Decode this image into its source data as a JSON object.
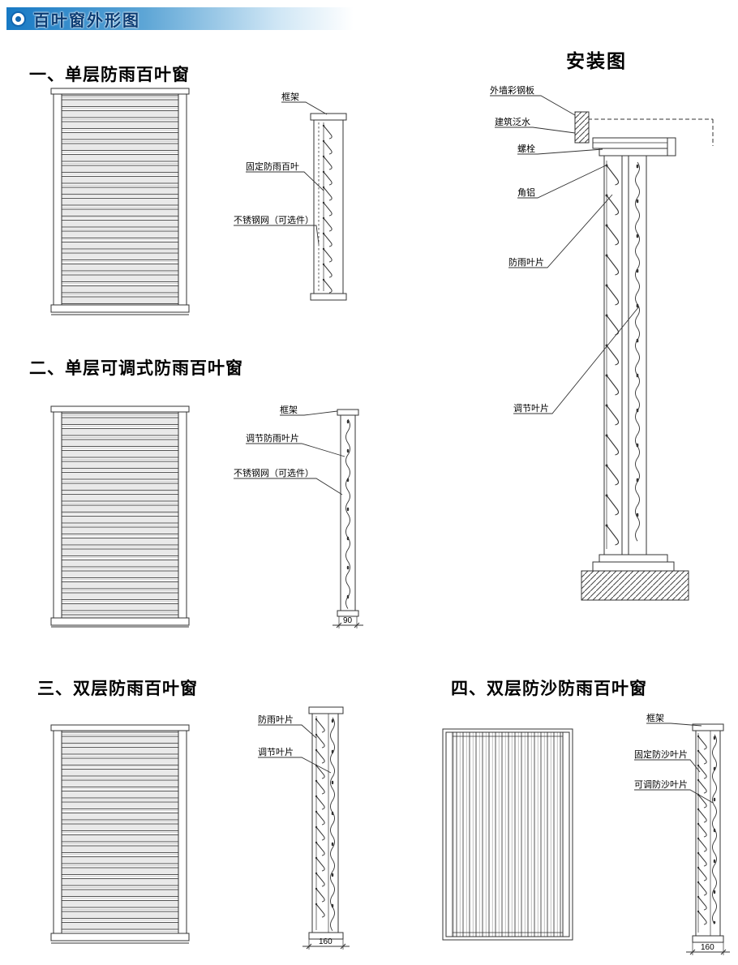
{
  "header": {
    "title": "百叶窗外形图"
  },
  "install": {
    "title": "安装图",
    "labels": {
      "wall_panel": "外墙彩钢板",
      "flashing": "建筑泛水",
      "bolt": "螺栓",
      "angle_aluminum": "角铝",
      "rain_blade": "防雨叶片",
      "adjustable_blade": "调节叶片"
    }
  },
  "sections": {
    "s1": {
      "title": "一、单层防雨百叶窗",
      "labels": {
        "frame": "框架",
        "fixed_blade": "固定防雨百叶",
        "mesh": "不锈钢网（可选件）"
      }
    },
    "s2": {
      "title": "二、单层可调式防雨百叶窗",
      "labels": {
        "frame": "框架",
        "adjustable_blade": "调节防雨叶片",
        "mesh": "不锈钢网（可选件）"
      },
      "dimension": "90"
    },
    "s3": {
      "title": "三、双层防雨百叶窗",
      "labels": {
        "rain_blade": "防雨叶片",
        "adjustable_blade": "调节叶片"
      },
      "dimension": "160"
    },
    "s4": {
      "title": "四、双层防沙防雨百叶窗",
      "labels": {
        "frame": "框架",
        "fixed_sand_blade": "固定防沙叶片",
        "adjustable_sand_blade": "可调防沙叶片"
      },
      "dimension": "160"
    }
  },
  "colors": {
    "banner_blue": "#1779c4",
    "line": "#333333"
  }
}
